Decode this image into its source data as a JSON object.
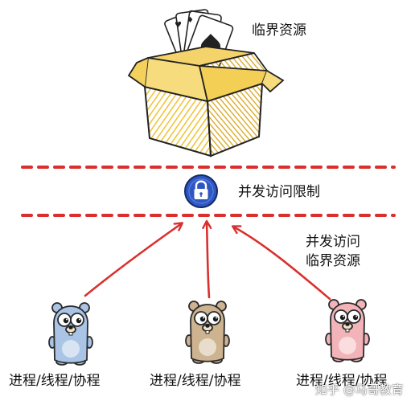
{
  "resource": {
    "label": "临界资源",
    "icon": "cardboard-box-with-playing-cards-icon"
  },
  "limit": {
    "label": "并发访问限制",
    "icon": "lock-icon",
    "line_color": "#d9302e",
    "lock_color": "#2f57c4"
  },
  "access_note": {
    "line1": "并发访问",
    "line2": "临界资源",
    "arrow_color": "#d9302e"
  },
  "actors": [
    {
      "label": "进程/线程/协程",
      "icon": "gopher-icon",
      "color": "#a9c4e4"
    },
    {
      "label": "进程/线程/协程",
      "icon": "gopher-icon",
      "color": "#cdb38f"
    },
    {
      "label": "进程/线程/协程",
      "icon": "gopher-icon",
      "color": "#f2b3b9"
    }
  ],
  "watermark": "知乎 @马哥教育"
}
